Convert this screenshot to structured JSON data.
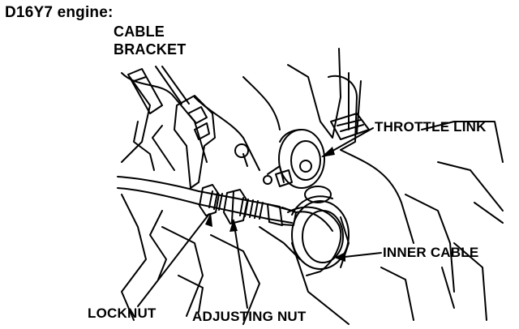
{
  "title": "D16Y7 engine:",
  "labels": {
    "cable_bracket_line1": "CABLE",
    "cable_bracket_line2": "BRACKET",
    "throttle_link": "THROTTLE LINK",
    "inner_cable": "INNER CABLE",
    "locknut": "LOCKNUT",
    "adjusting_nut": "ADJUSTING NUT"
  },
  "colors": {
    "ink": "#000000",
    "paper": "#ffffff"
  }
}
